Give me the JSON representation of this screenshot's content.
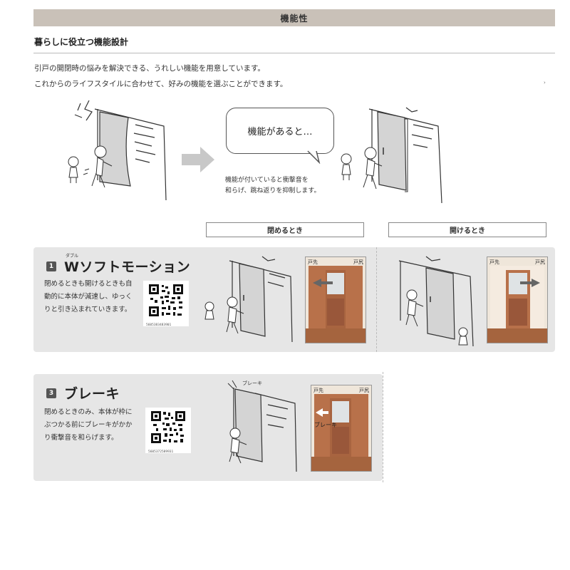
{
  "header": {
    "title": "機能性"
  },
  "section": {
    "title": "暮らしに役立つ機能設計"
  },
  "intro": {
    "line1": "引戸の開閉時の悩みを解決できる、うれしい機能を用意しています。",
    "line2": "これからのライフスタイルに合わせて、好みの機能を選ぶことができます。"
  },
  "illustration": {
    "bubble_text": "機能があると…",
    "caption_line1": "機能が付いていると衝撃音を",
    "caption_line2": "和らげ、跳ね返りを抑制します。",
    "arrow_color": "#c8c8c8"
  },
  "labels": {
    "closing": "閉めるとき",
    "opening": "開けるとき"
  },
  "features": [
    {
      "number": "1",
      "ruby": "ダブル",
      "title": "Wソフトモーション",
      "desc_line1": "閉めるときも開けるときも自",
      "desc_line2": "動的に本体が減速し、ゆっく",
      "desc_line3": "りと引き込まれていきます。",
      "qr_code": "5605383483901",
      "photo_tag_left": "戸先",
      "photo_tag_right": "戸尻"
    },
    {
      "number": "3",
      "title": "ブレーキ",
      "desc_line1": "閉めるときのみ、本体が枠に",
      "desc_line2": "ぶつかる前にブレーキがかか",
      "desc_line3": "り衝撃音を和らげます。",
      "qr_code": "5605372589931",
      "photo_tag_left": "戸先",
      "photo_tag_right": "戸尻",
      "brake_label": "ブレーキ"
    }
  ],
  "colors": {
    "header_bg": "#c9c1b8",
    "panel_bg": "#e6e6e6",
    "door_wood": "#b8714a",
    "floor": "#a5643e"
  }
}
